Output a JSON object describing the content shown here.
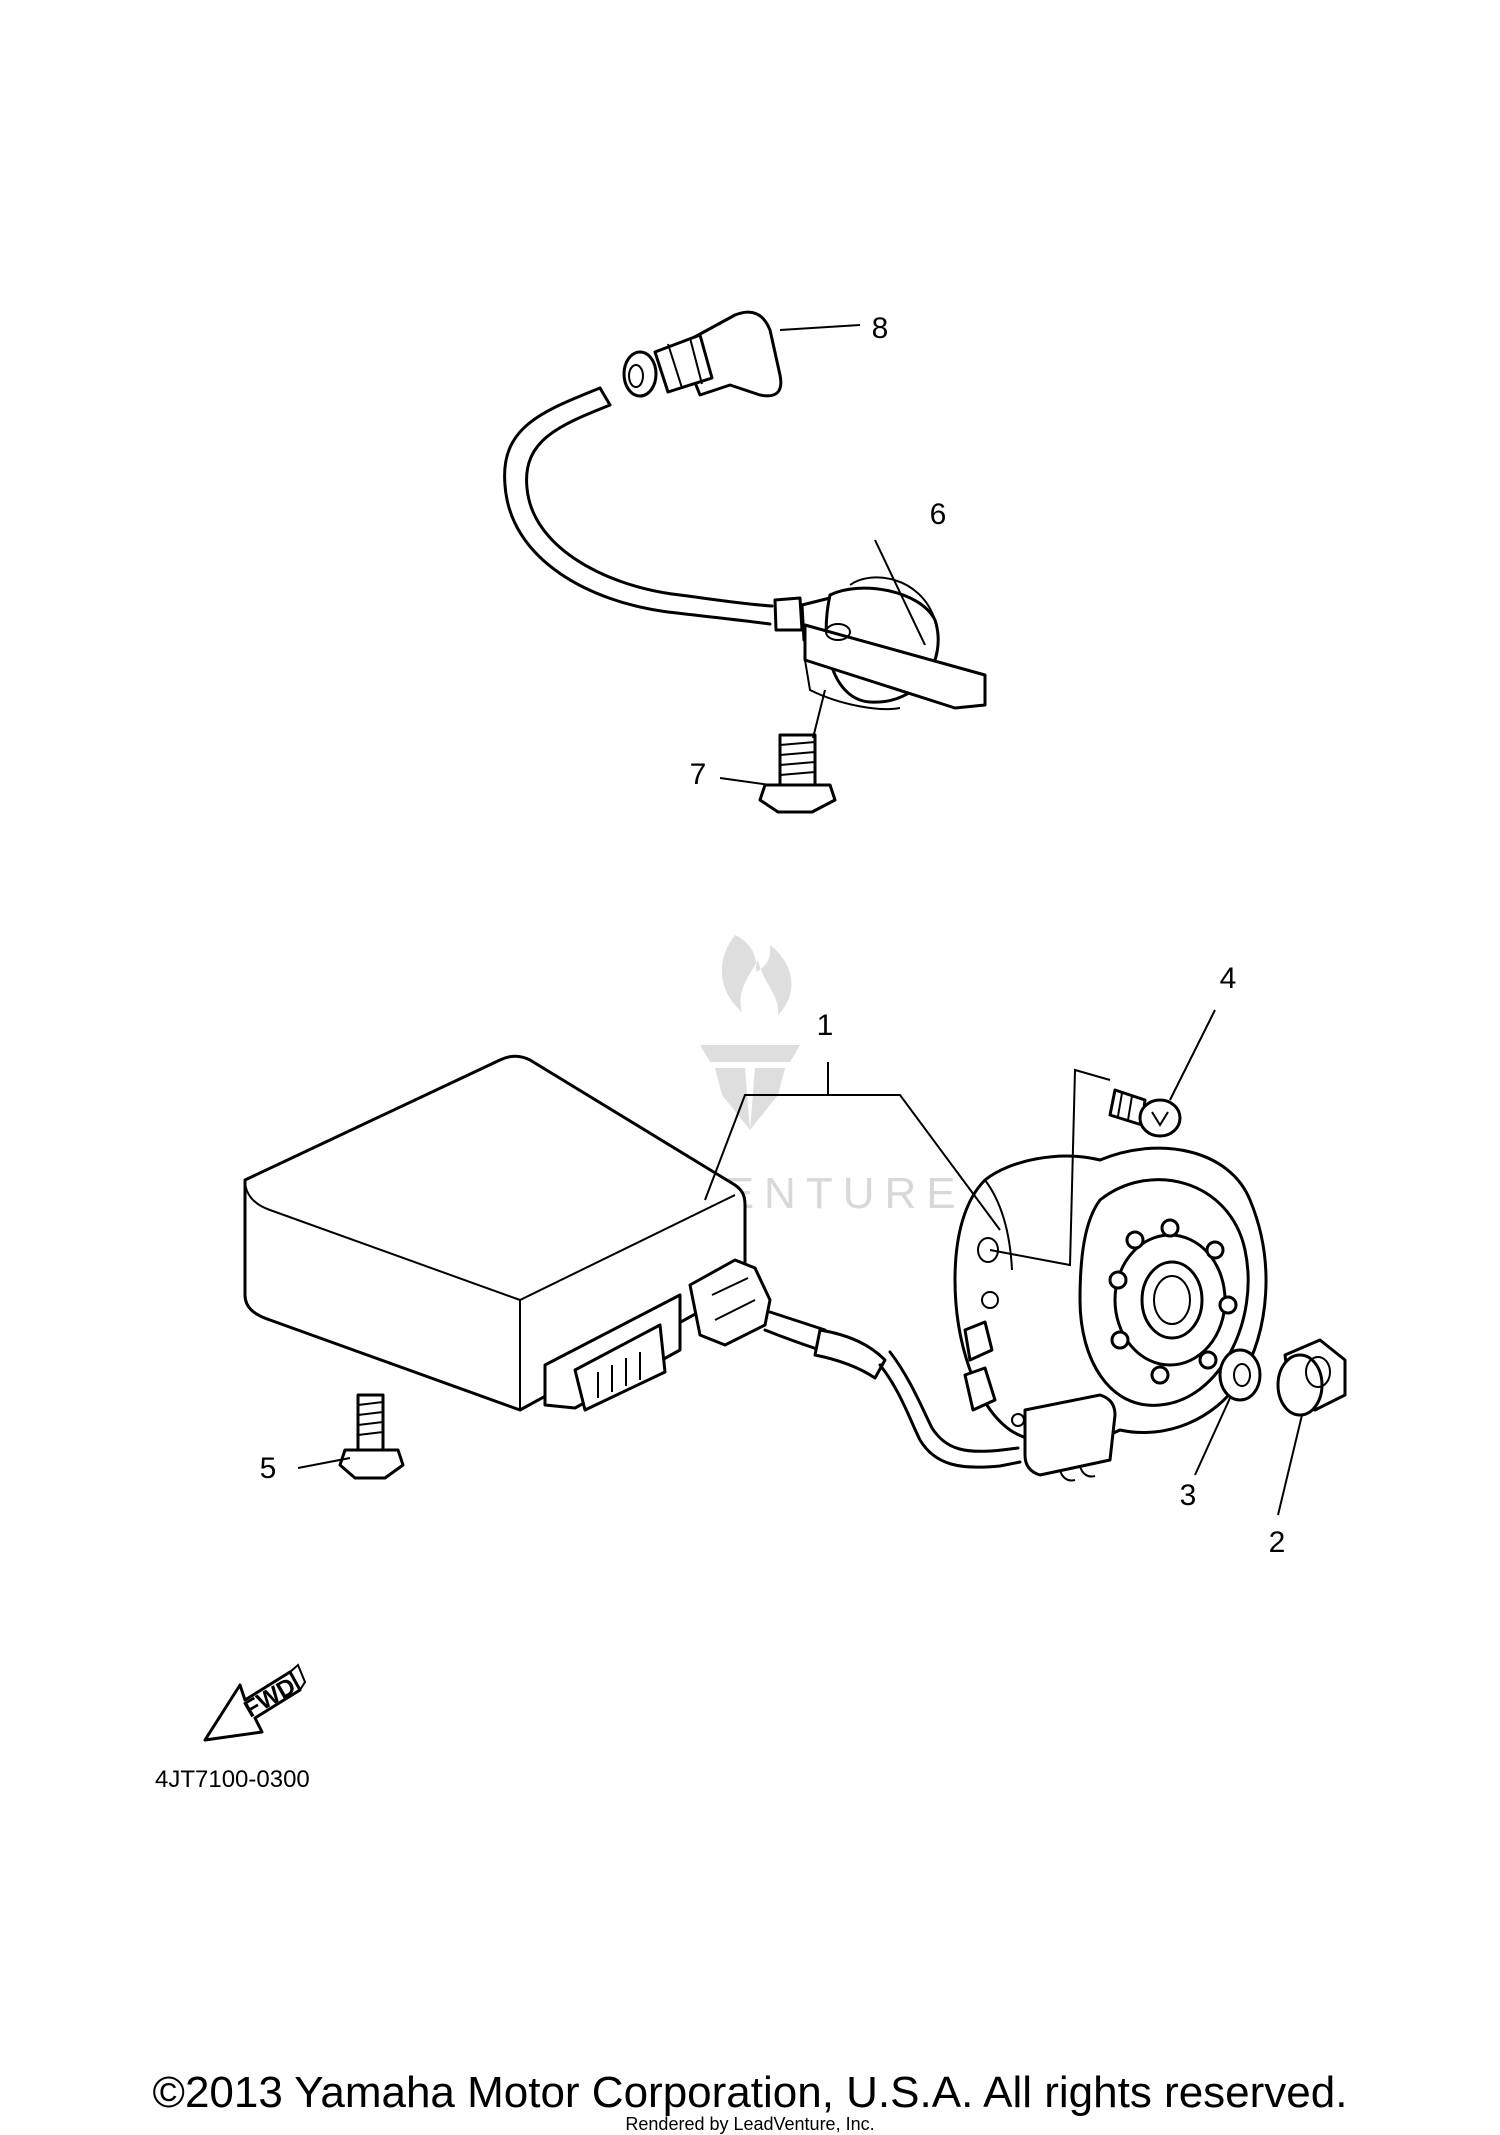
{
  "callouts": {
    "p1": "1",
    "p2": "2",
    "p3": "3",
    "p4": "4",
    "p5": "5",
    "p6": "6",
    "p7": "7",
    "p8": "8"
  },
  "fwd_label": "FWD",
  "diagram_code": "4JT7100-0300",
  "watermark_text": "LEADVENTURE",
  "copyright": "©2013 Yamaha Motor Corporation, U.S.A. All rights reserved.",
  "rendered_by": "Rendered by LeadVenture, Inc.",
  "colors": {
    "line": "#000000",
    "background": "#ffffff",
    "watermark": "#d8d8d8"
  }
}
